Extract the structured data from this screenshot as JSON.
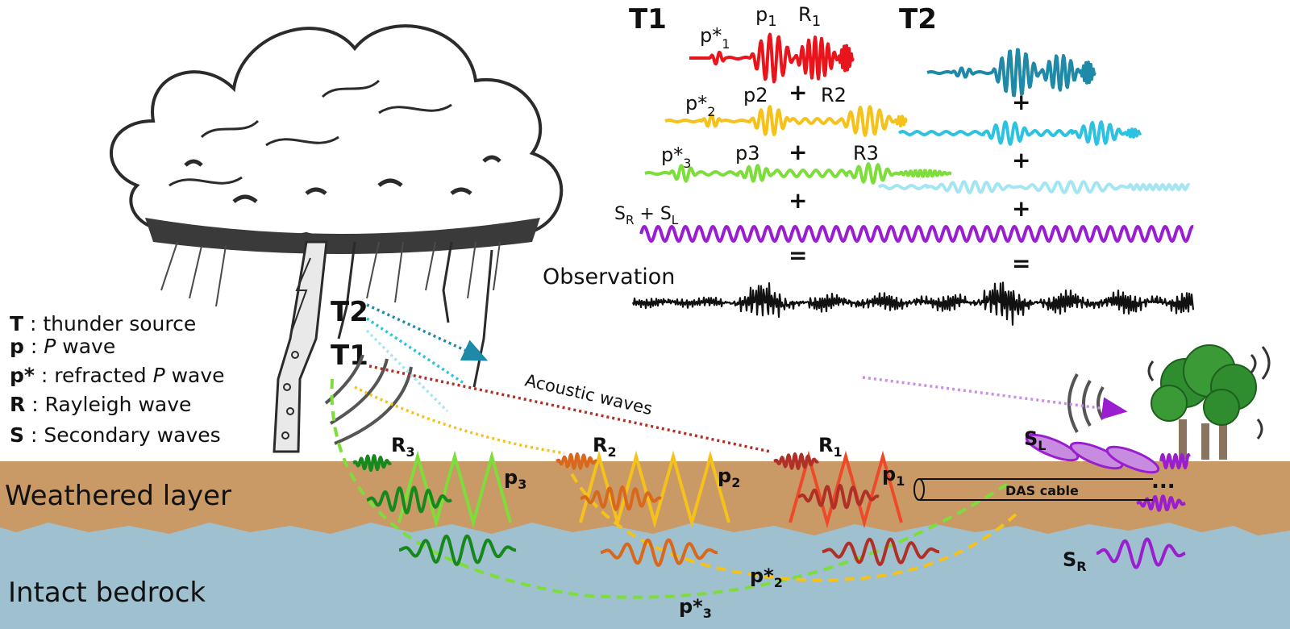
{
  "headers": {
    "t1": "T1",
    "t2": "T2"
  },
  "legend": [
    {
      "key": "T",
      "desc": ": thunder source",
      "italic": "",
      "after": ""
    },
    {
      "key": "p",
      "desc": ": ",
      "italic": "P",
      "after": " wave"
    },
    {
      "key": "p*",
      "desc": ": refracted ",
      "italic": "P",
      "after": " wave"
    },
    {
      "key": "R",
      "desc": ": Rayleigh wave",
      "italic": "",
      "after": ""
    },
    {
      "key": "S",
      "desc": ": Secondary waves",
      "italic": "",
      "after": ""
    }
  ],
  "sources": {
    "t1": "T1",
    "t2": "T2"
  },
  "trace_labels": {
    "pstar1": "p*",
    "pstar1_sub": "1",
    "p1": "p",
    "p1_sub": "1",
    "R1": "R",
    "R1_sub": "1",
    "pstar2": "p*",
    "pstar2_sub": "2",
    "p2": "p2",
    "R2": "R2",
    "pstar3": "p*",
    "pstar3_sub": "3",
    "p3": "p3",
    "R3": "R3",
    "SRSL_a": "S",
    "SRSL_a_sub": "R",
    "SRSL_mid": " + S",
    "SRSL_b_sub": "L"
  },
  "operators": {
    "plus": "+",
    "equals": "="
  },
  "observation": "Observation",
  "acoustic": "Acoustic waves",
  "layers": {
    "weathered": "Weathered layer",
    "bedrock": "Intact bedrock"
  },
  "ground_labels": {
    "R": "R",
    "R3_sub": "3",
    "R2_sub": "2",
    "R1_sub": "1",
    "p3": "p",
    "p3_sub": "3",
    "p2": "p",
    "p2_sub": "2",
    "p1": "p",
    "p1_sub": "1",
    "pstar2": "p*",
    "pstar2_sub": "2",
    "pstar3": "p*",
    "pstar3_sub": "3",
    "SL": "S",
    "SL_sub": "L",
    "SR": "S",
    "SR_sub": "R",
    "das": "DAS cable",
    "dots": "..."
  },
  "colors": {
    "red": "#e8161c",
    "darkred": "#b03026",
    "orange": "#d9671c",
    "yellow": "#f5c21b",
    "green": "#16881c",
    "lightgreen": "#7ddd3a",
    "purple": "#9a1ecf",
    "teal": "#1f8aa8",
    "cyan": "#2dc3e0",
    "lightcyan": "#a3e6f2",
    "soil": "#c99a66",
    "bedrock": "#9fc0cf"
  }
}
